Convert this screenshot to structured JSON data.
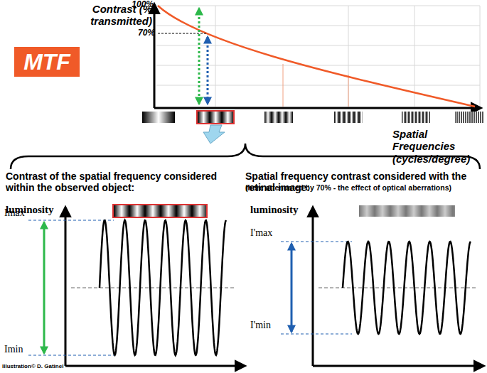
{
  "diagram": {
    "nodes": [
      {
        "text": [
          "MTF"
        ]
      }
    ],
    "labels": [
      "Contrast (% transmitted)",
      "100%",
      "70%",
      "Spatial Frequencies (cycles/degree)",
      "Contrast of the spatial frequency considered within the observed object:",
      "Spatial frequency contrast considered with the retinal image:",
      "(here attenuated by 70% - the effect of optical aberrations)",
      "luminosity",
      "Imax",
      "Imin",
      "luminosity",
      "I'max",
      "I'min",
      "Illustration© D. Gatinel"
    ]
  }
}
